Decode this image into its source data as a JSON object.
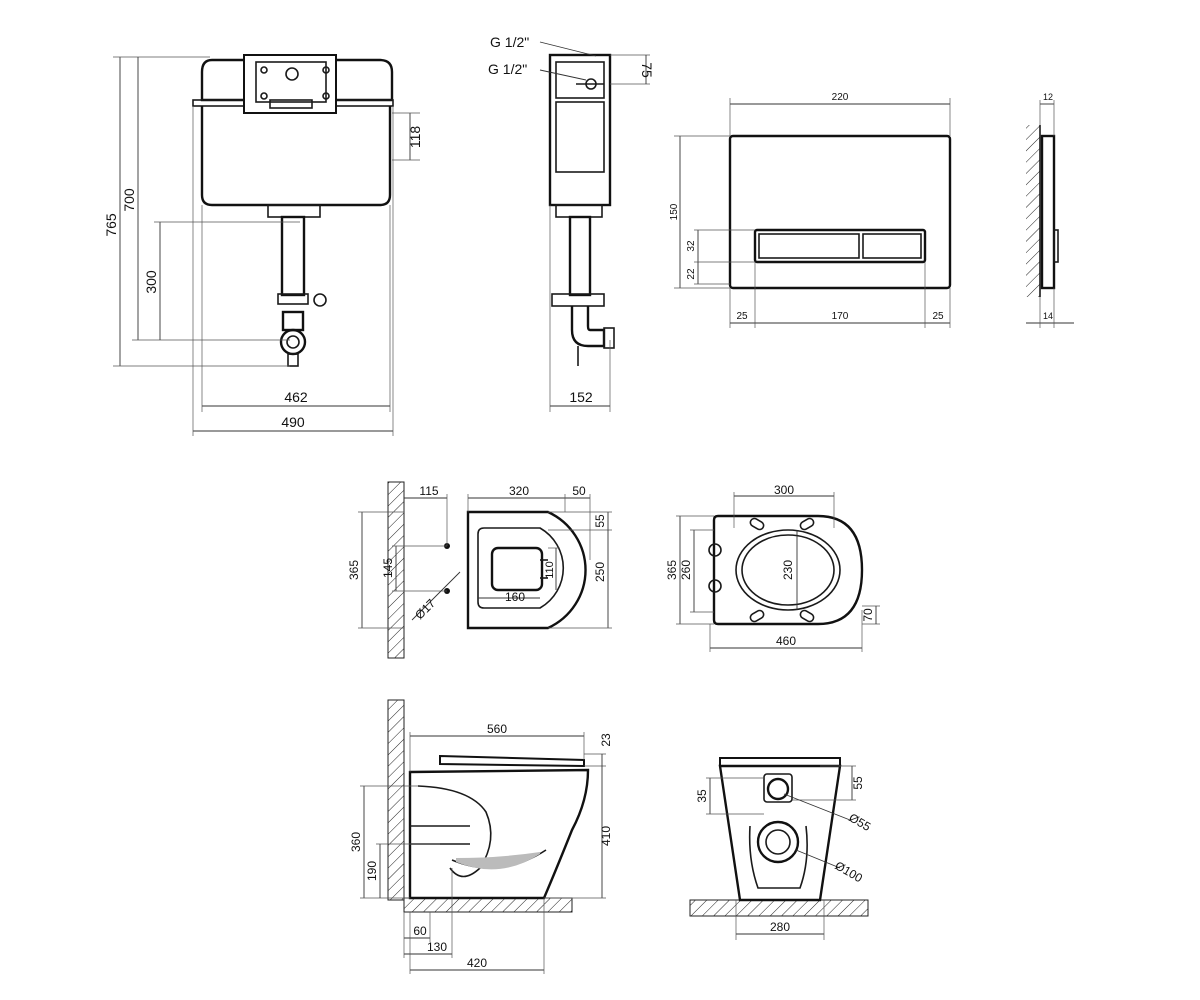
{
  "cistern_front": {
    "dims": {
      "h765": "765",
      "h700": "700",
      "h300": "300",
      "h118": "118",
      "w462": "462",
      "w490": "490"
    }
  },
  "cistern_side": {
    "inlet_top": "G 1/2\"",
    "inlet_bottom": "G 1/2\"",
    "dims": {
      "h75": "75",
      "w152": "152"
    }
  },
  "flush_plate_front": {
    "dims": {
      "w220": "220",
      "h150": "150",
      "h32": "32",
      "h22": "22",
      "w25_left": "25",
      "w170": "170",
      "w25_right": "25"
    }
  },
  "flush_plate_side": {
    "dims": {
      "t12": "12",
      "t14": "14"
    }
  },
  "toilet_top": {
    "dims": {
      "d115": "115",
      "d320": "320",
      "d50": "50",
      "d55": "55",
      "d365": "365",
      "d145": "145",
      "d250": "250",
      "d110": "110",
      "d160": "160",
      "d17": "Ø17"
    }
  },
  "seat_top": {
    "dims": {
      "d300": "300",
      "d365": "365",
      "d260": "260",
      "d230": "230",
      "d70": "70",
      "d460": "460"
    }
  },
  "toilet_side": {
    "dims": {
      "d560": "560",
      "d23": "23",
      "d360": "360",
      "d410": "410",
      "d190": "190",
      "d60": "60",
      "d130": "130",
      "d420": "420"
    }
  },
  "toilet_back": {
    "dims": {
      "d35": "35",
      "d55": "55",
      "o55": "Ø55",
      "o100": "Ø100",
      "d280": "280"
    }
  }
}
